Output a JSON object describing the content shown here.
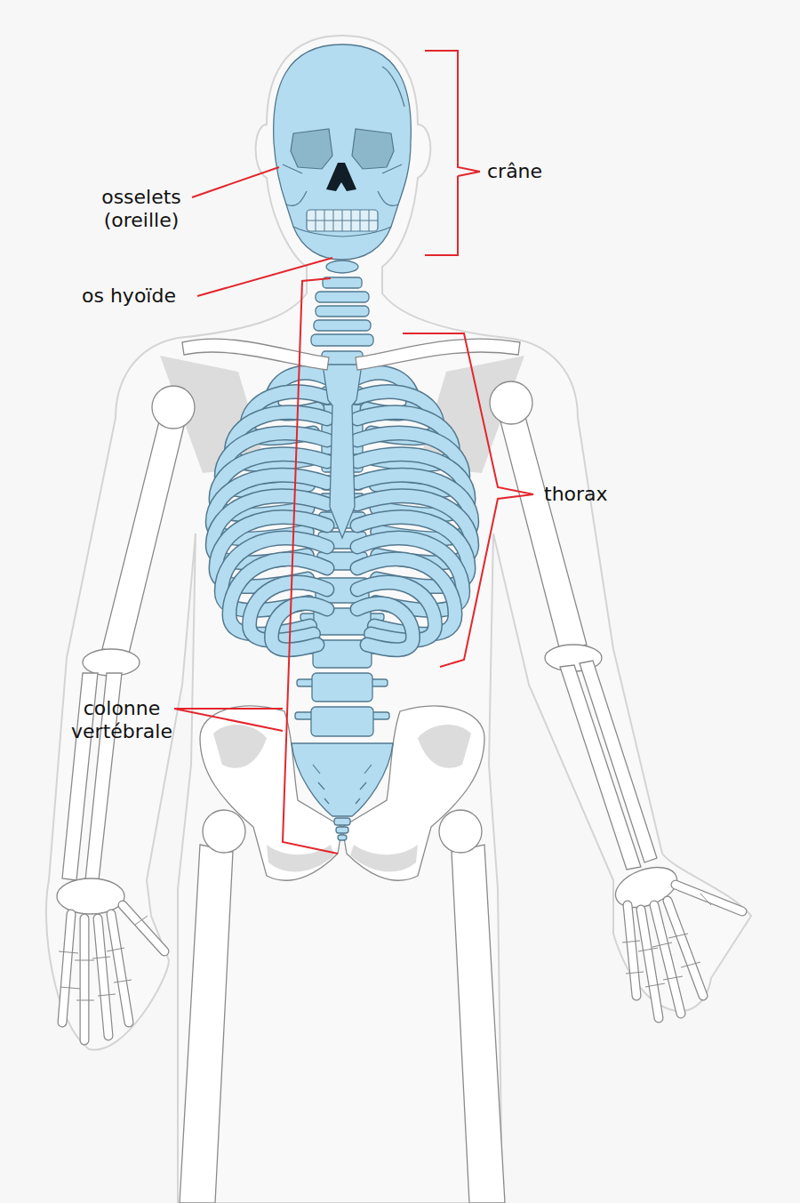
{
  "diagram": {
    "labels": [
      "crâne",
      "osselets (oreille)",
      "os hyoïde",
      "thorax",
      "colonne vertébrale"
    ]
  }
}
